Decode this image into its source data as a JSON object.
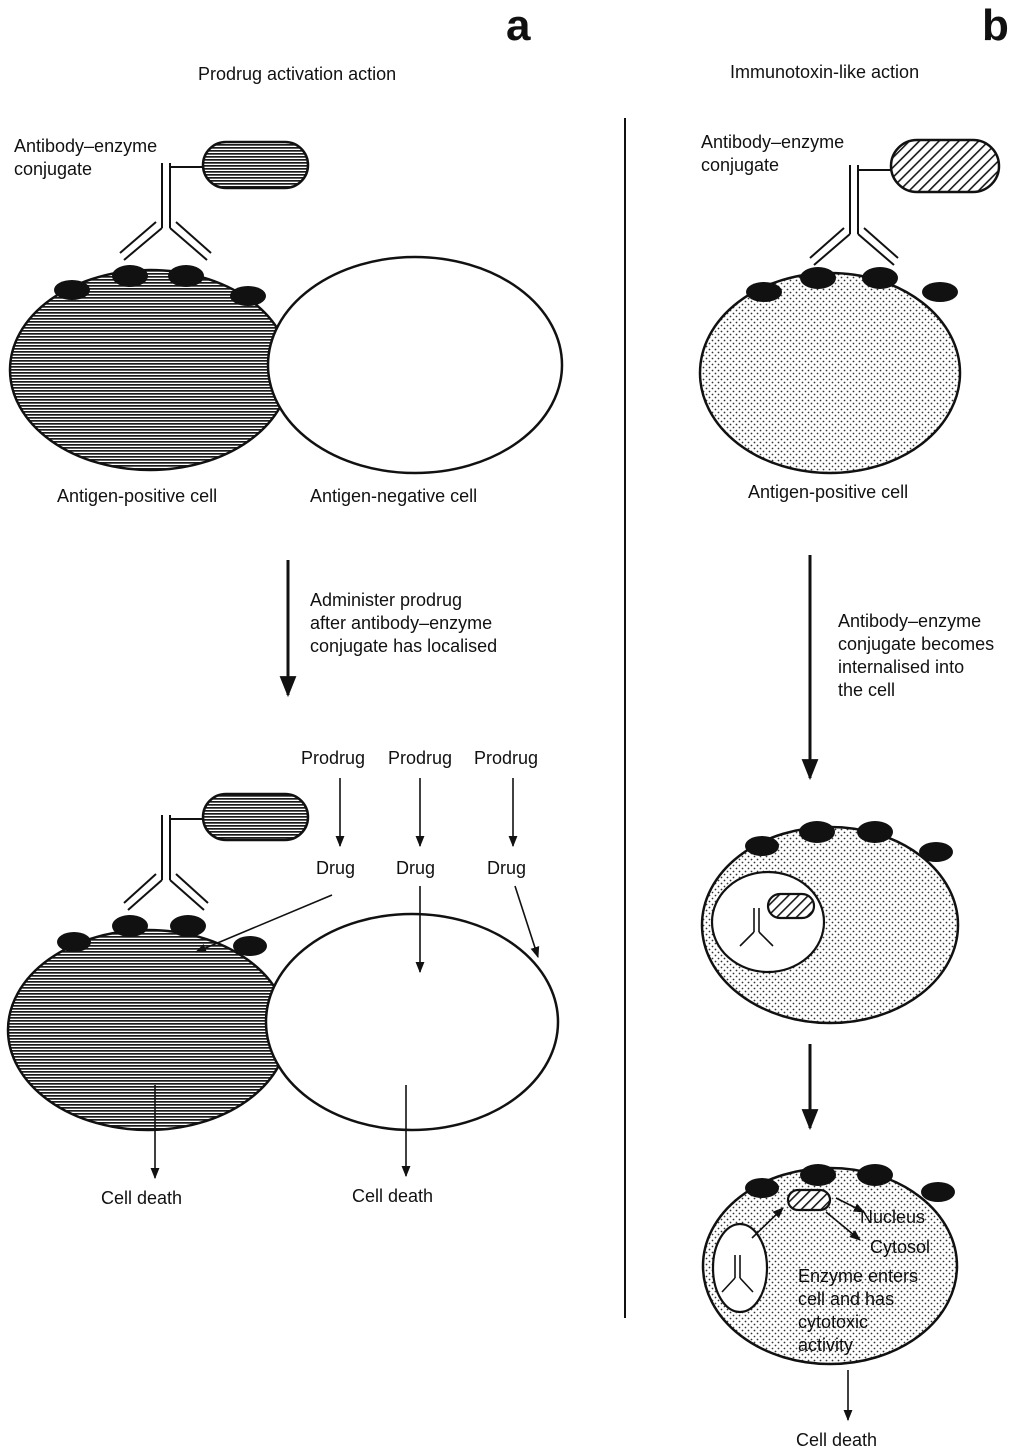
{
  "panel_a": {
    "letter": "a",
    "title": "Prodrug activation action",
    "conjugate_label_1": "Antibody–enzyme",
    "conjugate_label_2": "conjugate",
    "antigen_positive": "Antigen-positive cell",
    "antigen_negative": "Antigen-negative cell",
    "step_1": "Administer prodrug",
    "step_2": "after antibody–enzyme",
    "step_3": "conjugate has localised",
    "prodrug": [
      "Prodrug",
      "Prodrug",
      "Prodrug"
    ],
    "drug": [
      "Drug",
      "Drug",
      "Drug"
    ],
    "cell_death_left": "Cell death",
    "cell_death_right": "Cell death"
  },
  "panel_b": {
    "letter": "b",
    "title": "Immunotoxin-like action",
    "conjugate_label_1": "Antibody–enzyme",
    "conjugate_label_2": "conjugate",
    "antigen_positive": "Antigen-positive cell",
    "step_1": "Antibody–enzyme",
    "step_2": "conjugate becomes",
    "step_3": "internalised into",
    "step_4": "the cell",
    "nucleus": "Nucleus",
    "cytosol": "Cytosol",
    "enzyme_1": "Enzyme enters",
    "enzyme_2": "cell and has",
    "enzyme_3": "cytotoxic",
    "enzyme_4": "activity",
    "cell_death": "Cell death"
  }
}
